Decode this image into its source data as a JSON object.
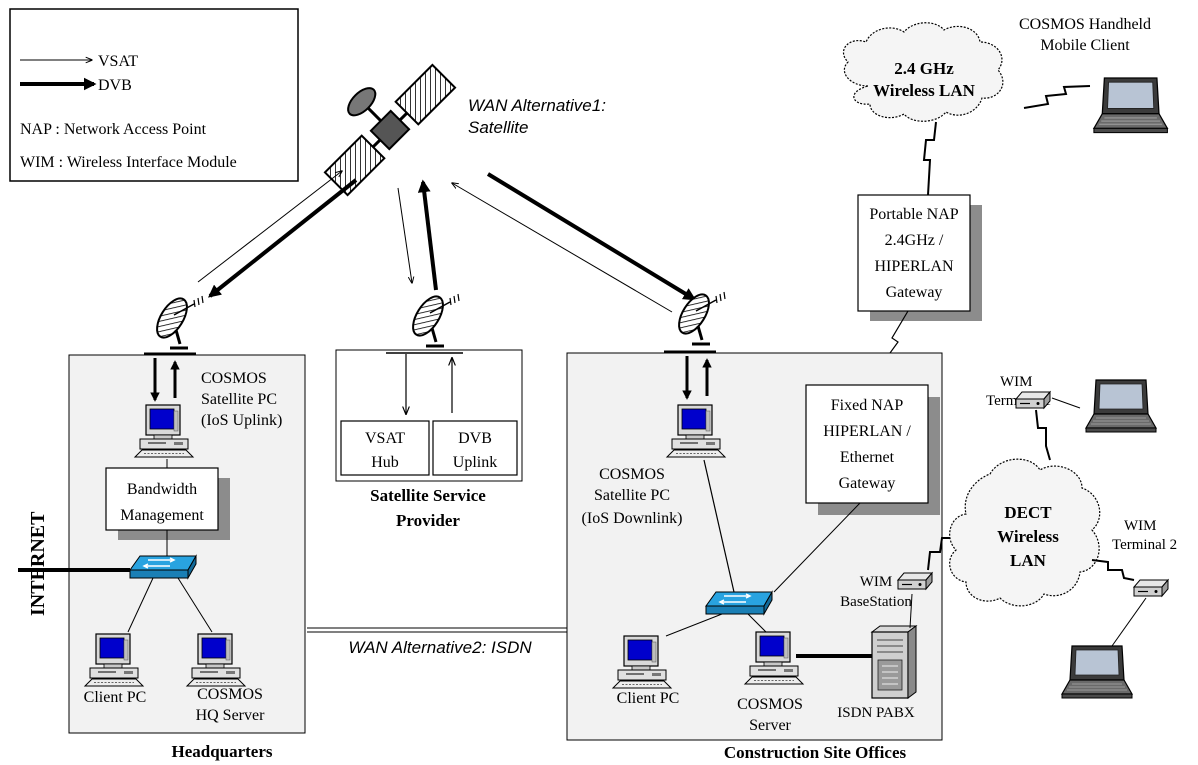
{
  "legend": {
    "vsat_label": "VSAT",
    "dvb_label": "DVB",
    "nap_definition": "NAP : Network Access Point",
    "wim_definition": "WIM : Wireless Interface Module"
  },
  "wan": {
    "alt1_line1": "WAN Alternative1:",
    "alt1_line2": "Satellite",
    "alt2_label": "WAN Alternative2: ISDN"
  },
  "handheld": {
    "line1": "COSMOS Handheld",
    "line2": "Mobile Client"
  },
  "wlan24": {
    "line1": "2.4 GHz",
    "line2": "Wireless LAN"
  },
  "portable_nap": {
    "line1": "Portable NAP",
    "line2": "2.4GHz /",
    "line3": "HIPERLAN",
    "line4": "Gateway"
  },
  "fixed_nap": {
    "line1": "Fixed NAP",
    "line2": "HIPERLAN /",
    "line3": "Ethernet",
    "line4": "Gateway"
  },
  "headquarters": {
    "title": "Headquarters",
    "satpc_line1": "COSMOS",
    "satpc_line2": "Satellite PC",
    "satpc_line3": "(IoS Uplink)",
    "bw_line1": "Bandwidth",
    "bw_line2": "Management",
    "client_pc": "Client PC",
    "server_line1": "COSMOS",
    "server_line2": "HQ Server"
  },
  "internet_label": "INTERNET",
  "provider": {
    "title_line1": "Satellite Service",
    "title_line2": "Provider",
    "vsat_line1": "VSAT",
    "vsat_line2": "Hub",
    "dvb_line1": "DVB",
    "dvb_line2": "Uplink"
  },
  "site": {
    "title": "Construction Site Offices",
    "satpc_line1": "COSMOS",
    "satpc_line2": "Satellite PC",
    "satpc_line3": "(IoS Downlink)",
    "client_pc": "Client PC",
    "server_line1": "COSMOS",
    "server_line2": "Server",
    "pabx": "ISDN PABX",
    "wim_bs_line1": "WIM",
    "wim_bs_line2": "BaseStation"
  },
  "dect": {
    "line1": "DECT",
    "line2": "Wireless",
    "line3": "LAN"
  },
  "wim_terminal1": {
    "line1": "WIM",
    "line2": "Terminal 1"
  },
  "wim_terminal2": {
    "line1": "WIM",
    "line2": "Terminal 2"
  },
  "colors": {
    "screen": "#0000cc",
    "switch": "#29a3e0",
    "box_fill": "#f2f2f2",
    "shadow": "#8c8c8c"
  },
  "icons": [
    "satellite-icon",
    "dish-icon",
    "pc-icon",
    "laptop-icon",
    "switch-icon",
    "server-tower-icon",
    "wim-device-icon",
    "cloud-icon"
  ]
}
